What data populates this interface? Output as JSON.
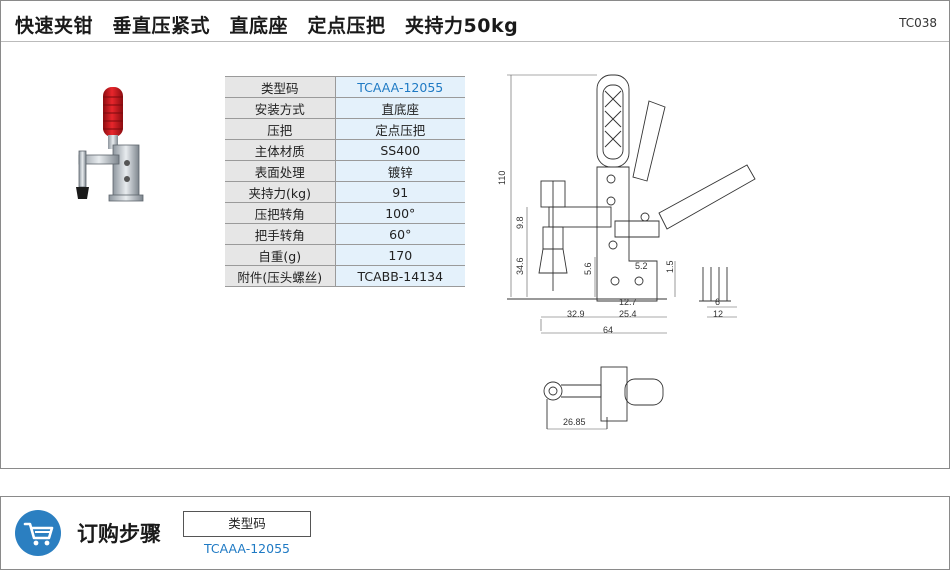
{
  "header": {
    "title": "快速夹钳　垂直压紧式　直底座　定点压把　夹持力50kg",
    "code": "TC038"
  },
  "specs": [
    {
      "key": "类型码",
      "value": "TCAAA-12055"
    },
    {
      "key": "安装方式",
      "value": "直底座"
    },
    {
      "key": "压把",
      "value": "定点压把"
    },
    {
      "key": "主体材质",
      "value": "SS400"
    },
    {
      "key": "表面处理",
      "value": "镀锌"
    },
    {
      "key": "夹持力(kg)",
      "value": "91"
    },
    {
      "key": "压把转角",
      "value": "100°"
    },
    {
      "key": "把手转角",
      "value": "60°"
    },
    {
      "key": "自重(g)",
      "value": "170"
    },
    {
      "key": "附件(压头螺丝)",
      "value": "TCABB-14134"
    }
  ],
  "drawing": {
    "dim_height": "110",
    "dim_9_8": "9.8",
    "dim_34_6": "34.6",
    "dim_5_6": "5.6",
    "dim_5_2": "5.2",
    "dim_1_5": "1.5",
    "dim_12_7": "12.7",
    "dim_25_4": "25.4",
    "dim_32_9": "32.9",
    "dim_64": "64",
    "dim_6": "6",
    "dim_12": "12",
    "dim_26_85": "26.85"
  },
  "order": {
    "title": "订购步骤",
    "field_label": "类型码",
    "field_value": "TCAAA-12055"
  },
  "colors": {
    "accent_blue": "#1f7ac4",
    "handle_red": "#c8151b",
    "cart_blue": "#2b7fc1"
  }
}
